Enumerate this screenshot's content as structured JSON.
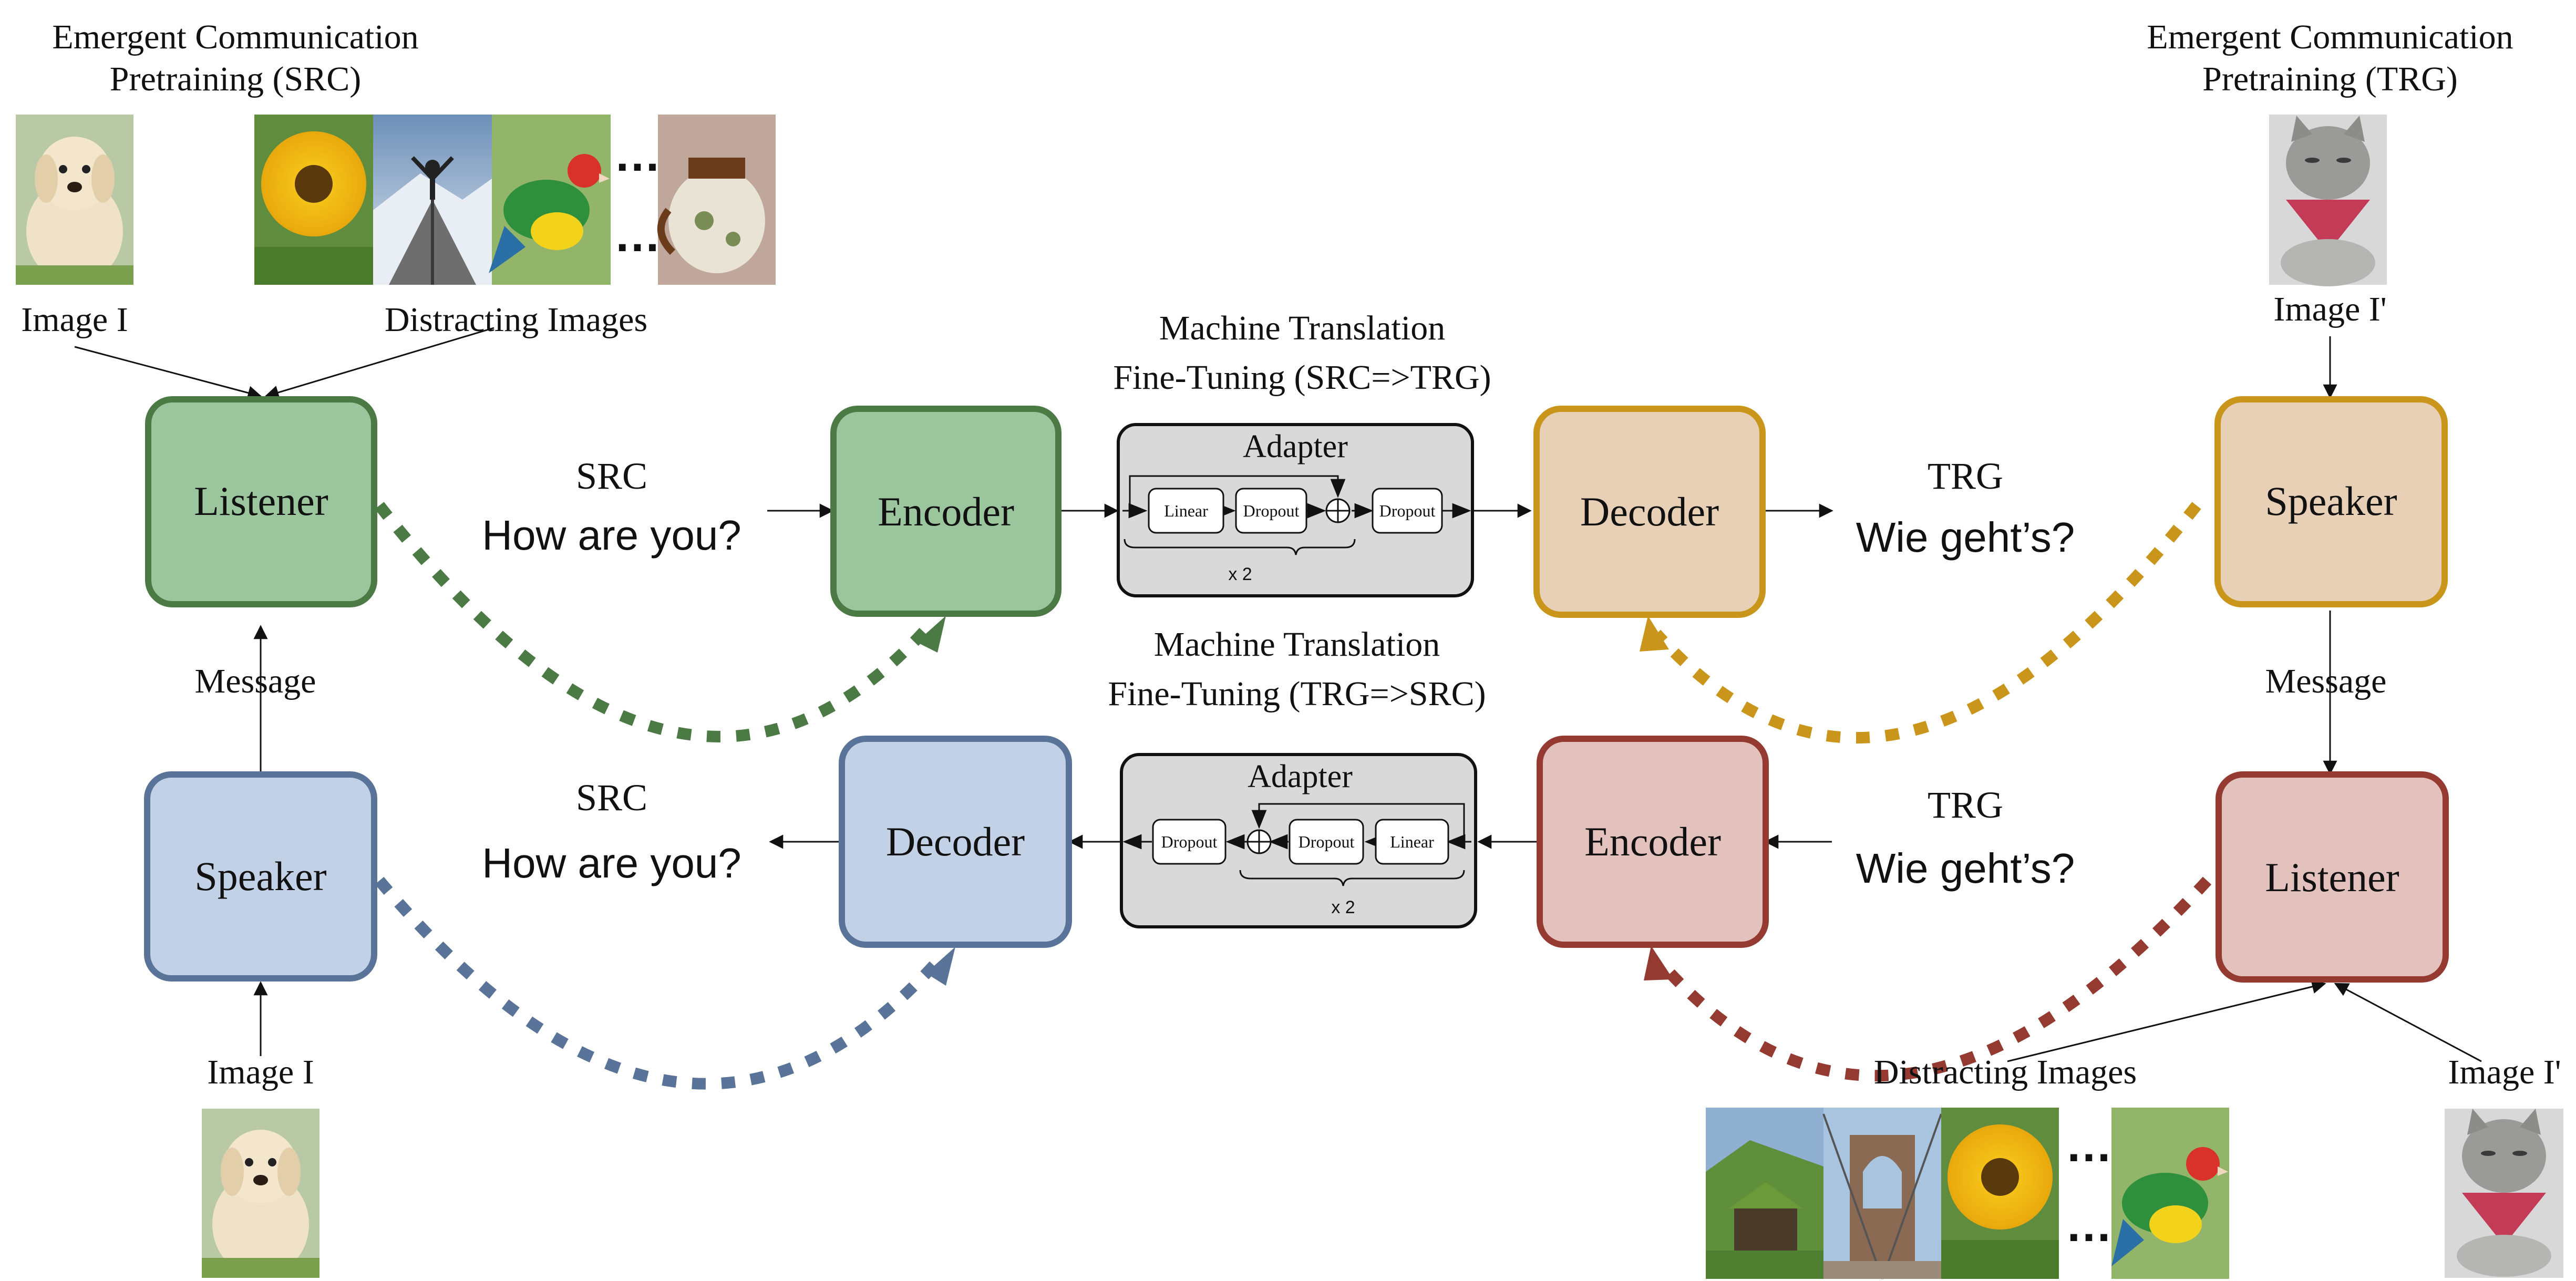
{
  "labels": {
    "ec_src_title_1": "Emergent Communication",
    "ec_src_title_2": "Pretraining (SRC)",
    "ec_trg_title_1": "Emergent Communication",
    "ec_trg_title_2": "Pretraining (TRG)",
    "image_i_top": "Image I",
    "distracting_top": "Distracting Images",
    "image_i_prime_top": "Image I'",
    "message_left": "Message",
    "message_right": "Message",
    "image_i_bottom": "Image I",
    "distracting_bottom": "Distracting Images",
    "image_i_prime_bottom": "Image I'",
    "mt_top_1": "Machine Translation",
    "mt_top_2": "Fine-Tuning (SRC=>TRG)",
    "mt_bottom_1": "Machine Translation",
    "mt_bottom_2": "Fine-Tuning (TRG=>SRC)"
  },
  "boxes": {
    "listener_src": "Listener",
    "speaker_src": "Speaker",
    "encoder_src": "Encoder",
    "decoder_src": "Decoder",
    "decoder_trg": "Decoder",
    "encoder_trg": "Encoder",
    "speaker_trg": "Speaker",
    "listener_trg": "Listener"
  },
  "text_pairs": {
    "src_top_lang": "SRC",
    "src_top_sentence": "How are you?",
    "trg_top_lang": "TRG",
    "trg_top_sentence": "Wie geht’s?",
    "src_bottom_lang": "SRC",
    "src_bottom_sentence": "How are you?",
    "trg_bottom_lang": "TRG",
    "trg_bottom_sentence": "Wie geht’s?"
  },
  "adapter_top": {
    "title": "Adapter",
    "linear": "Linear",
    "dropout_1": "Dropout",
    "dropout_2": "Dropout",
    "repeat": "x 2"
  },
  "adapter_bottom": {
    "title": "Adapter",
    "linear": "Linear",
    "dropout_1": "Dropout",
    "dropout_2": "Dropout",
    "repeat": "x 2"
  },
  "ellipsis": "…",
  "colors": {
    "green_fill": "#9ac59d",
    "green_stroke": "#4b7a44",
    "blue_fill": "#c3d1e6",
    "blue_stroke": "#5a7399",
    "orange_fill": "#e8d0b6",
    "orange_stroke": "#c9961b",
    "red_fill": "#e3c2bd",
    "red_stroke": "#943a30",
    "adapter_fill": "#d9d9d9"
  }
}
